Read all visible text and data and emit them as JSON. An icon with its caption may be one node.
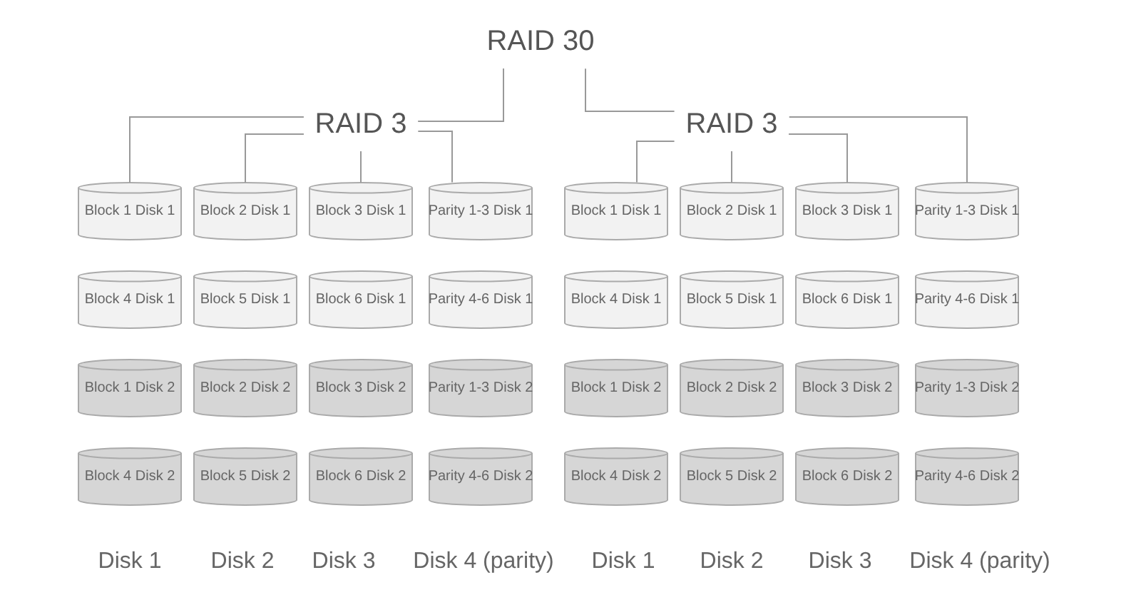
{
  "diagram": {
    "nodes": [
      {
        "text": [
          "RAID 30"
        ]
      },
      {
        "text": [
          "RAID 3"
        ]
      },
      {
        "text": [
          "Block 1 Disk 1"
        ]
      },
      {
        "text": [
          "Block 4 Disk 1"
        ]
      },
      {
        "text": [
          "Block 1 Disk 2"
        ]
      },
      {
        "text": [
          "Block 4 Disk 2"
        ],
        "beside": [
          "Disk 1"
        ]
      },
      {
        "text": [
          "Block 2 Disk 1"
        ]
      },
      {
        "text": [
          "Block 5 Disk 1"
        ]
      },
      {
        "text": [
          "Block 2 Disk 2"
        ]
      },
      {
        "text": [
          "Block 5 Disk 2"
        ],
        "beside": [
          "Disk 2"
        ]
      },
      {
        "text": [
          "Block 3 Disk 1"
        ]
      },
      {
        "text": [
          "Block 6 Disk 1"
        ]
      },
      {
        "text": [
          "Block 3 Disk 2"
        ]
      },
      {
        "text": [
          "Block 6 Disk 2"
        ],
        "beside": [
          "Disk 3"
        ]
      },
      {
        "text": [
          "Parity 1-3 Disk 1"
        ]
      },
      {
        "text": [
          "Parity 4-6 Disk 1"
        ]
      },
      {
        "text": [
          "Parity 1-3 Disk 2"
        ]
      },
      {
        "text": [
          "Parity 4-6 Disk 2"
        ],
        "beside": [
          "Disk 4 (parity)"
        ]
      },
      {
        "text": [
          "RAID 3"
        ]
      },
      {
        "text": [
          "Block 1 Disk 1"
        ]
      },
      {
        "text": [
          "Block 4 Disk 1"
        ]
      },
      {
        "text": [
          "Block 1 Disk 2"
        ]
      },
      {
        "text": [
          "Block 4 Disk 2"
        ],
        "beside": [
          "Disk 1"
        ]
      },
      {
        "text": [
          "Block 2 Disk 1"
        ]
      },
      {
        "text": [
          "Block 5 Disk 1"
        ]
      },
      {
        "text": [
          "Block 2 Disk 2"
        ]
      },
      {
        "text": [
          "Block 5 Disk 2"
        ],
        "beside": [
          "Disk 2"
        ]
      },
      {
        "text": [
          "Block 3 Disk 1"
        ]
      },
      {
        "text": [
          "Block 6 Disk 1"
        ]
      },
      {
        "text": [
          "Block 3 Disk 2"
        ]
      },
      {
        "text": [
          "Block 6 Disk 2"
        ],
        "beside": [
          "Disk 3"
        ]
      },
      {
        "text": [
          "Parity 1-3 Disk 1"
        ]
      },
      {
        "text": [
          "Parity 4-6 Disk 1"
        ]
      },
      {
        "text": [
          "Parity 1-3 Disk 2"
        ]
      },
      {
        "text": [
          "Parity 4-6 Disk 2"
        ],
        "beside": [
          "Disk 4 (parity)"
        ]
      }
    ],
    "edges": [
      {
        "from": 0,
        "to": 1,
        "arrow": "none"
      },
      {
        "from": 0,
        "to": 18,
        "arrow": "none"
      },
      {
        "from": 1,
        "to": 2,
        "arrow": "none"
      },
      {
        "from": 1,
        "to": 6,
        "arrow": "none"
      },
      {
        "from": 1,
        "to": 10,
        "arrow": "none"
      },
      {
        "from": 1,
        "to": 14,
        "arrow": "none"
      },
      {
        "from": 18,
        "to": 19,
        "arrow": "none"
      },
      {
        "from": 18,
        "to": 23,
        "arrow": "none"
      },
      {
        "from": 18,
        "to": 27,
        "arrow": "none"
      },
      {
        "from": 18,
        "to": 31,
        "arrow": "none"
      }
    ]
  }
}
